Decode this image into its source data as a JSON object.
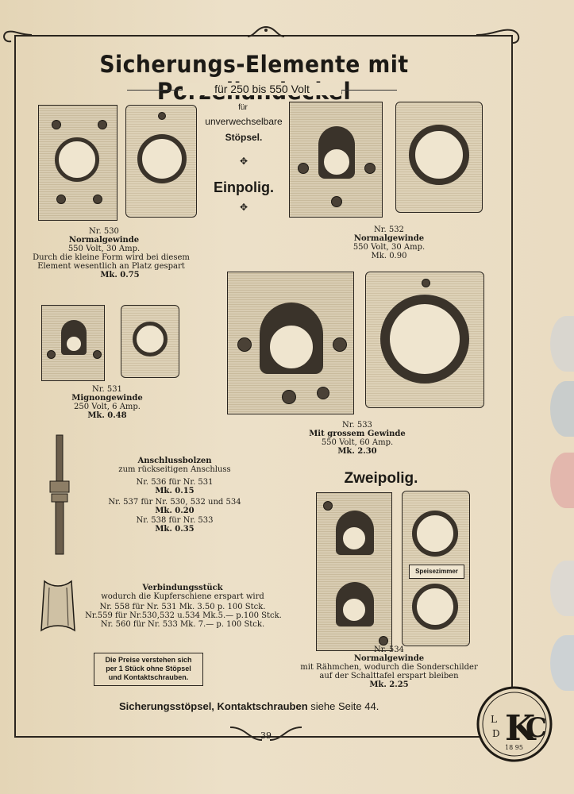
{
  "title": "Sicherungs-Elemente mit Porzellandeckel",
  "voltage_range": "für 250 bis 550 Volt",
  "center_note": {
    "line1": "für",
    "line2": "unverwechselbare",
    "line3": "Stöpsel.",
    "einpolig": "Einpolig."
  },
  "zweipolig": "Zweipolig.",
  "items": {
    "n530": {
      "nr": "Nr. 530",
      "name": "Normalgewinde",
      "spec": "550 Volt, 30 Amp.",
      "desc1": "Durch die kleine Form wird bei diesem",
      "desc2": "Element wesentlich an Platz gespart",
      "price": "Mk. 0.75"
    },
    "n532": {
      "nr": "Nr. 532",
      "name": "Normalgewinde",
      "spec": "550 Volt, 30 Amp.",
      "price": "Mk. 0.90"
    },
    "n531": {
      "nr": "Nr. 531",
      "name": "Mignongewinde",
      "spec": "250 Volt, 6 Amp.",
      "price": "Mk. 0.48"
    },
    "n533": {
      "nr": "Nr. 533",
      "name": "Mit grossem Gewinde",
      "spec": "550 Volt, 60 Amp.",
      "price": "Mk. 2.30"
    },
    "n534": {
      "nr": "Nr. 534",
      "name": "Normalgewinde",
      "desc1": "mit Rähmchen, wodurch die Sonderschilder",
      "desc2": "auf der Schalttafel erspart bleiben",
      "price": "Mk. 2.25"
    }
  },
  "bolts": {
    "heading": "Anschlussbolzen",
    "sub": "zum rückseitigen Anschluss",
    "rows": [
      {
        "line": "Nr. 536  für Nr. 531",
        "price": "Mk. 0.15"
      },
      {
        "line": "Nr. 537  für Nr. 530, 532 und 534",
        "price": "Mk. 0.20"
      },
      {
        "line": "Nr. 538  für Nr. 533",
        "price": "Mk. 0.35"
      }
    ]
  },
  "connector": {
    "heading": "Verbindungsstück",
    "sub": "wodurch die Kupferschiene erspart wird",
    "rows": [
      "Nr. 558 für Nr. 531  Mk. 3.50 p. 100 Stck.",
      "Nr.559 für Nr.530,532 u.534 Mk.5.— p.100 Stck.",
      "Nr. 560  für Nr. 533  Mk. 7.— p. 100 Stck."
    ]
  },
  "price_note": {
    "line1": "Die Preise verstehen sich",
    "line2": "per 1 Stück ohne Stöpsel",
    "line3": "und Kontaktschrauben."
  },
  "footer_ref": {
    "bold": "Sicherungsstöpsel, Kontaktschrauben",
    "rest": "siehe Seite 44."
  },
  "page_number": "39",
  "plate_label": "Speisezimmer",
  "logo": {
    "letters": "L D K C",
    "year": "1895"
  }
}
